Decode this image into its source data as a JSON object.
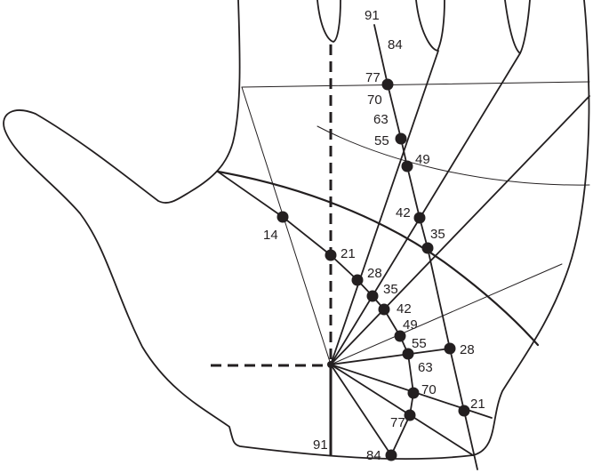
{
  "colors": {
    "ink": "#231f20",
    "background": "#ffffff"
  },
  "labels": {
    "top_axis": [
      "91",
      "84",
      "77",
      "70",
      "63",
      "55",
      "49",
      "42",
      "35"
    ],
    "main_axis": [
      "14",
      "21",
      "28",
      "35",
      "42",
      "49",
      "55",
      "63",
      "70",
      "77",
      "84",
      "91"
    ],
    "right_axis": [
      "28",
      "21"
    ]
  }
}
